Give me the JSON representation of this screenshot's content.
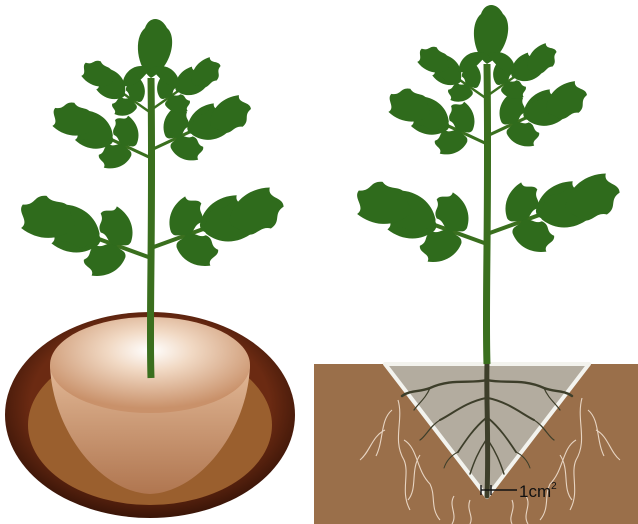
{
  "panels": [
    {
      "id": "potted-plant",
      "description_shown": false
    },
    {
      "id": "soil-cross-section",
      "description_shown": false
    }
  ],
  "annotation": {
    "area_value": "1cm",
    "area_exponent": "2"
  },
  "colors": {
    "leaf": "#2f6b1c",
    "stem": "#3a6f1e",
    "pot_rim_dark": "#5a2410",
    "pot_body": "#d9b28f",
    "soil_cross_section": "#9a6f4a",
    "root_cone": "#b8bab2",
    "dark_roots": "#3d3e2a",
    "fine_roots": "#e7d4c2"
  }
}
